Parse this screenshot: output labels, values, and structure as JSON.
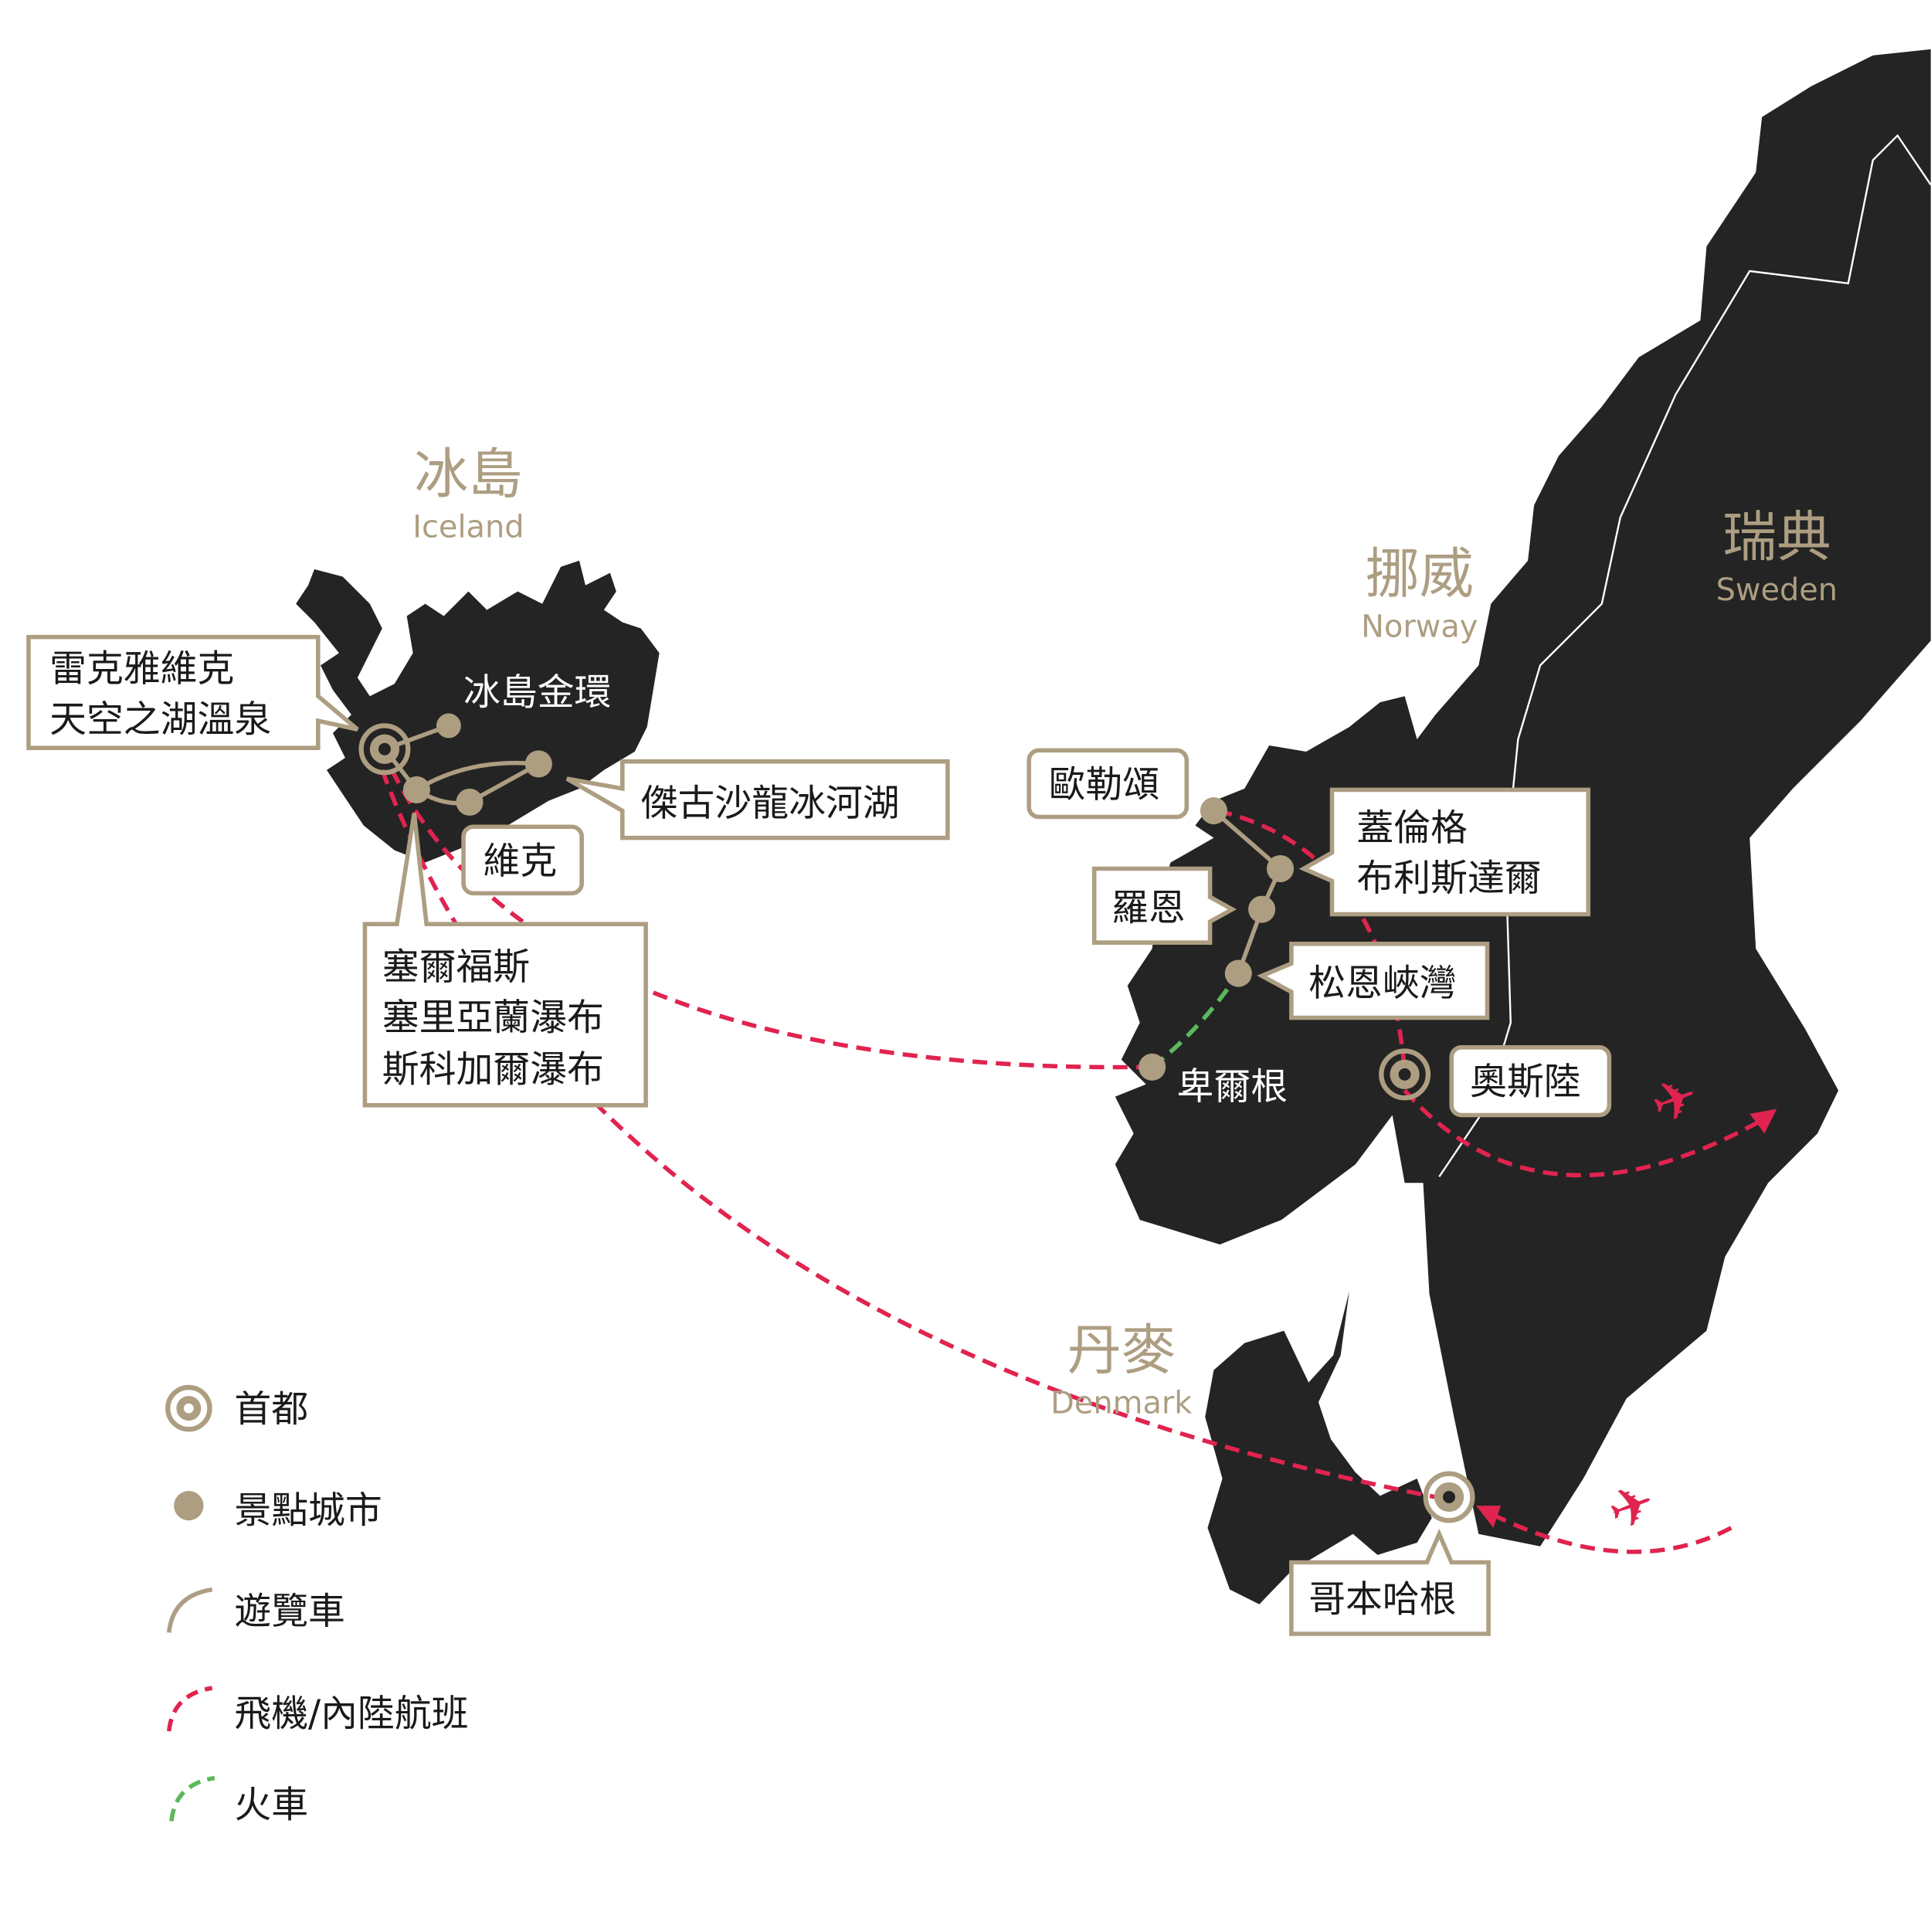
{
  "countries": {
    "iceland": {
      "zh": "冰島",
      "en": "Iceland"
    },
    "norway": {
      "zh": "挪威",
      "en": "Norway"
    },
    "sweden": {
      "zh": "瑞典",
      "en": "Sweden"
    },
    "denmark": {
      "zh": "丹麥",
      "en": "Denmark"
    }
  },
  "places": {
    "reykjavik": [
      "雷克雅維克",
      "天空之湖溫泉"
    ],
    "golden_circle": "冰島金環",
    "jokulsarlon": "傑古沙龍冰河湖",
    "vik": "維克",
    "selfoss": [
      "塞爾福斯",
      "塞里亞蘭瀑布",
      "斯科加爾瀑布"
    ],
    "alesund": "歐勒頌",
    "geiranger": [
      "蓋倫格",
      "布利斯達爾"
    ],
    "loen": "羅恩",
    "sognefjord": "松恩峽灣",
    "bergen": "卑爾根",
    "oslo": "奧斯陸",
    "copenhagen": "哥本哈根"
  },
  "legend": [
    {
      "icon": "capital-icon",
      "label": "首都"
    },
    {
      "icon": "city-dot-icon",
      "label": "景點城市"
    },
    {
      "icon": "coach-route-icon",
      "label": "遊覽車"
    },
    {
      "icon": "flight-route-icon",
      "label": "飛機/內陸航班"
    },
    {
      "icon": "train-route-icon",
      "label": "火車"
    }
  ],
  "colors": {
    "land": "#242424",
    "accent": "#ad9e82",
    "flight": "#e0244f",
    "train": "#5cb85c"
  }
}
